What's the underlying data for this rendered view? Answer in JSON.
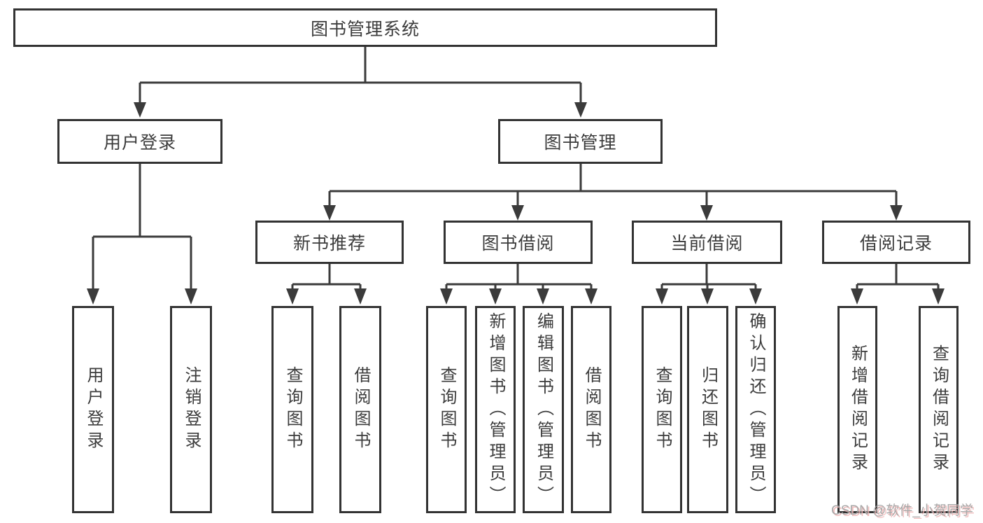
{
  "diagram": {
    "root": {
      "label": "图书管理系统"
    },
    "level2": [
      {
        "label": "用户登录"
      },
      {
        "label": "图书管理"
      }
    ],
    "level3": [
      {
        "label": "新书推荐"
      },
      {
        "label": "图书借阅"
      },
      {
        "label": "当前借阅"
      },
      {
        "label": "借阅记录"
      }
    ],
    "leaves": {
      "user_login": [
        {
          "label": "用户登录"
        },
        {
          "label": "注销登录"
        }
      ],
      "new_book_recommend": [
        {
          "label": "查询图书"
        },
        {
          "label": "借阅图书"
        }
      ],
      "book_borrow": [
        {
          "label": "查询图书"
        },
        {
          "label": "新增图书（管理员）"
        },
        {
          "label": "编辑图书（管理员）"
        },
        {
          "label": "借阅图书"
        }
      ],
      "current_borrow": [
        {
          "label": "查询图书"
        },
        {
          "label": "归还图书"
        },
        {
          "label": "确认归还（管理员）"
        }
      ],
      "borrow_records": [
        {
          "label": "新增借阅记录"
        },
        {
          "label": "查询借阅记录"
        }
      ]
    },
    "watermark": {
      "text": "CSDN @软件_小贺同学"
    },
    "colors": {
      "line": "#3b3b3b",
      "box_border": "#333333",
      "box_fill": "#ffffff",
      "text": "#3c3c3c",
      "watermark_text": "#a0a0a0",
      "watermark_shadow": "#efb6b6",
      "background": "#ffffff"
    }
  }
}
